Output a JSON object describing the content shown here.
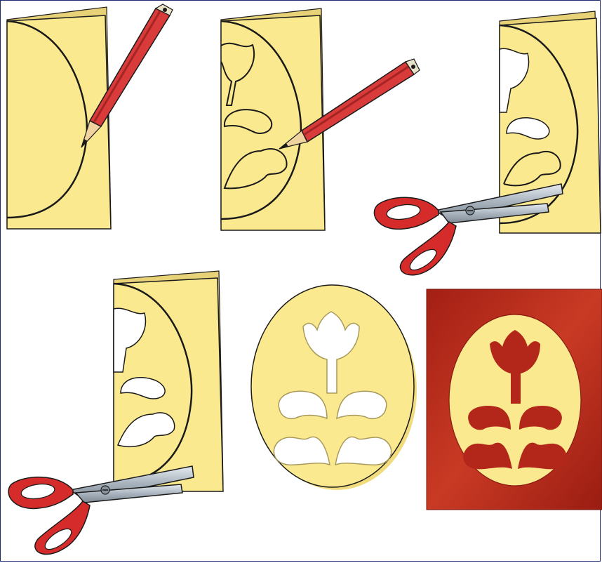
{
  "colors": {
    "paper": "#fbe98f",
    "paper_light": "#fff6c2",
    "paper_shadow": "#e8d278",
    "outline": "#1a1a1a",
    "pencil_body": "#d93a3a",
    "pencil_dark": "#a52424",
    "pencil_wood": "#f1d3a0",
    "scissor_handle": "#d62b2b",
    "scissor_blade": "#b8c2cc",
    "card_background": "#b3271b",
    "cutout_red": "#b3271b",
    "frame_border": "#1f2a6e"
  },
  "icons": {
    "pencil": "pencil-icon",
    "scissors": "scissors-icon",
    "tulip": "tulip-icon"
  },
  "steps": [
    {
      "name": "fold-and-draw-outline"
    },
    {
      "name": "draw-tulip-pattern"
    },
    {
      "name": "cut-outline"
    },
    {
      "name": "cut-pattern"
    },
    {
      "name": "unfold-egg"
    },
    {
      "name": "glue-on-red-card"
    }
  ]
}
